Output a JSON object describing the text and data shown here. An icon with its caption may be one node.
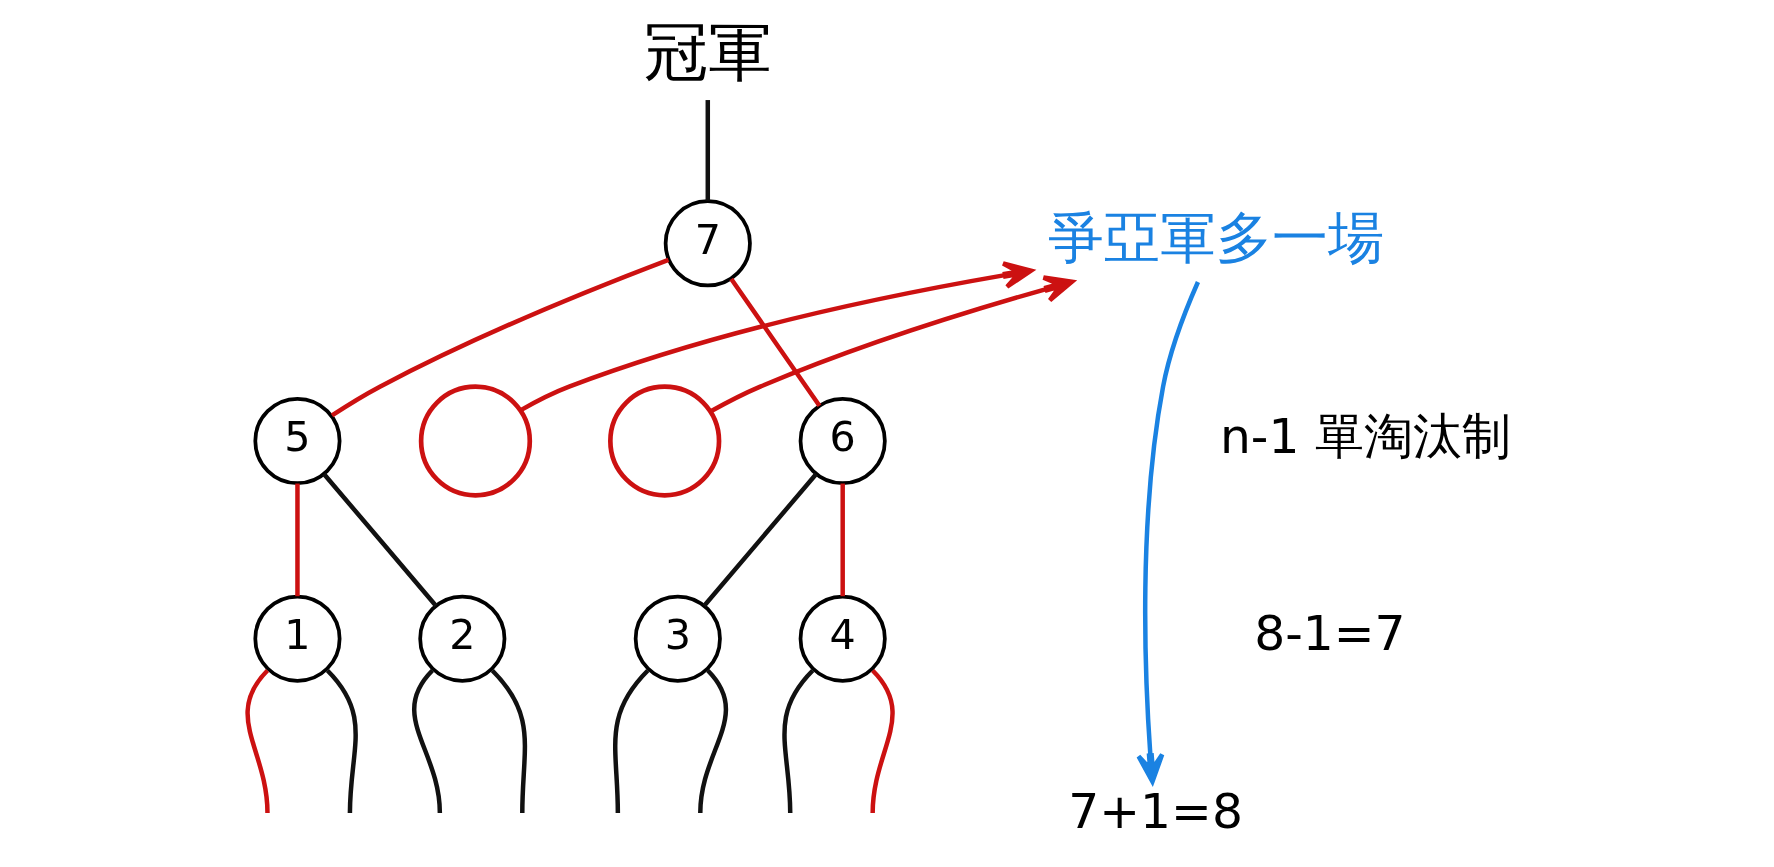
{
  "diagram": {
    "nodes": [
      {
        "text": [
          "冠軍"
        ]
      },
      {
        "text": [
          "7"
        ]
      },
      {
        "text": [
          "5"
        ]
      },
      {
        "text": [],
        "shape": "circle"
      },
      {
        "text": [],
        "shape": "circle"
      },
      {
        "text": [
          "6"
        ]
      },
      {
        "text": [
          "1"
        ]
      },
      {
        "text": [
          "2"
        ]
      },
      {
        "text": [
          "3"
        ]
      },
      {
        "text": [
          "4"
        ]
      },
      {
        "text": [
          "爭亞軍多一場"
        ]
      },
      {
        "text": [
          "7+1=8"
        ]
      }
    ],
    "edges": [
      {
        "from": 0,
        "to": 1,
        "arrow": "none"
      },
      {
        "from": 1,
        "to": 2,
        "arrow": "none",
        "color": "#cc1111"
      },
      {
        "from": 1,
        "to": 5,
        "arrow": "none",
        "color": "#cc1111"
      },
      {
        "from": 2,
        "to": 6,
        "arrow": "none",
        "color": "#cc1111"
      },
      {
        "from": 2,
        "to": 7,
        "arrow": "none"
      },
      {
        "from": 5,
        "to": 8,
        "arrow": "none"
      },
      {
        "from": 5,
        "to": 9,
        "arrow": "none",
        "color": "#cc1111"
      },
      {
        "from": null,
        "to": 6,
        "arrow": "none"
      },
      {
        "from": 6,
        "to": null,
        "arrow": "none",
        "color": "#cc1111"
      },
      {
        "from": null,
        "to": 7,
        "arrow": "none"
      },
      {
        "from": null,
        "to": 7,
        "arrow": "none"
      },
      {
        "from": null,
        "to": 8,
        "arrow": "none"
      },
      {
        "from": null,
        "to": 8,
        "arrow": "none"
      },
      {
        "from": null,
        "to": 9,
        "arrow": "none"
      },
      {
        "from": 9,
        "to": null,
        "arrow": "none",
        "color": "#cc1111"
      },
      {
        "from": 3,
        "to": 10,
        "arrow": "to",
        "color": "#cc1111"
      },
      {
        "from": 4,
        "to": 10,
        "arrow": "to",
        "color": "#cc1111"
      },
      {
        "from": 10,
        "to": 11,
        "arrow": "to",
        "color": "#1a82e2"
      }
    ],
    "labels": [
      "n-1 單淘汰制",
      "8-1=7"
    ]
  }
}
